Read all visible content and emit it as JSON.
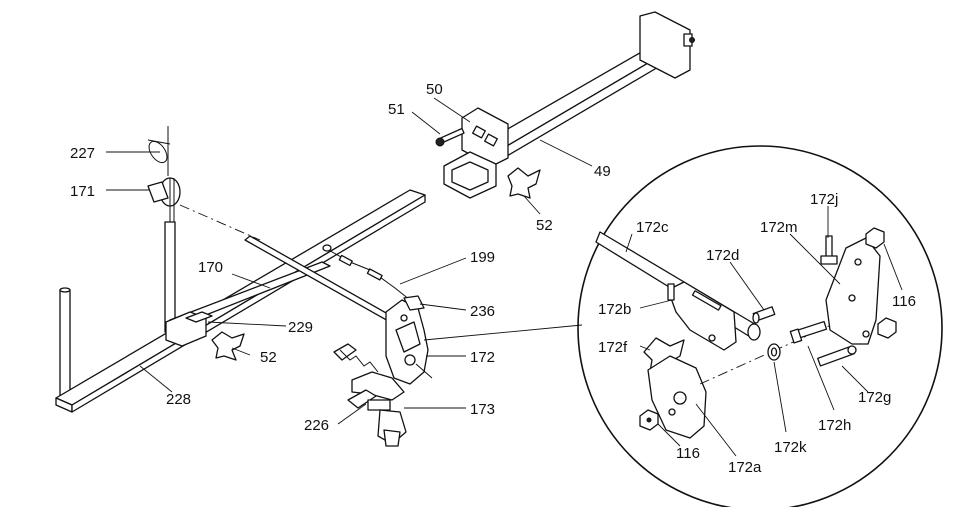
{
  "labels": {
    "p227": "227",
    "p171": "171",
    "p170": "170",
    "p228": "228",
    "p229": "229",
    "p52a": "52",
    "p199": "199",
    "p236": "236",
    "p172": "172",
    "p173": "173",
    "p226": "226",
    "p51": "51",
    "p50": "50",
    "p49": "49",
    "p52b": "52",
    "p172c": "172c",
    "p172d": "172d",
    "p172m": "172m",
    "p172j": "172j",
    "p116a": "116",
    "p172b": "172b",
    "p172f": "172f",
    "p172g": "172g",
    "p172h": "172h",
    "p172k": "172k",
    "p116b": "116",
    "p172a": "172a"
  }
}
